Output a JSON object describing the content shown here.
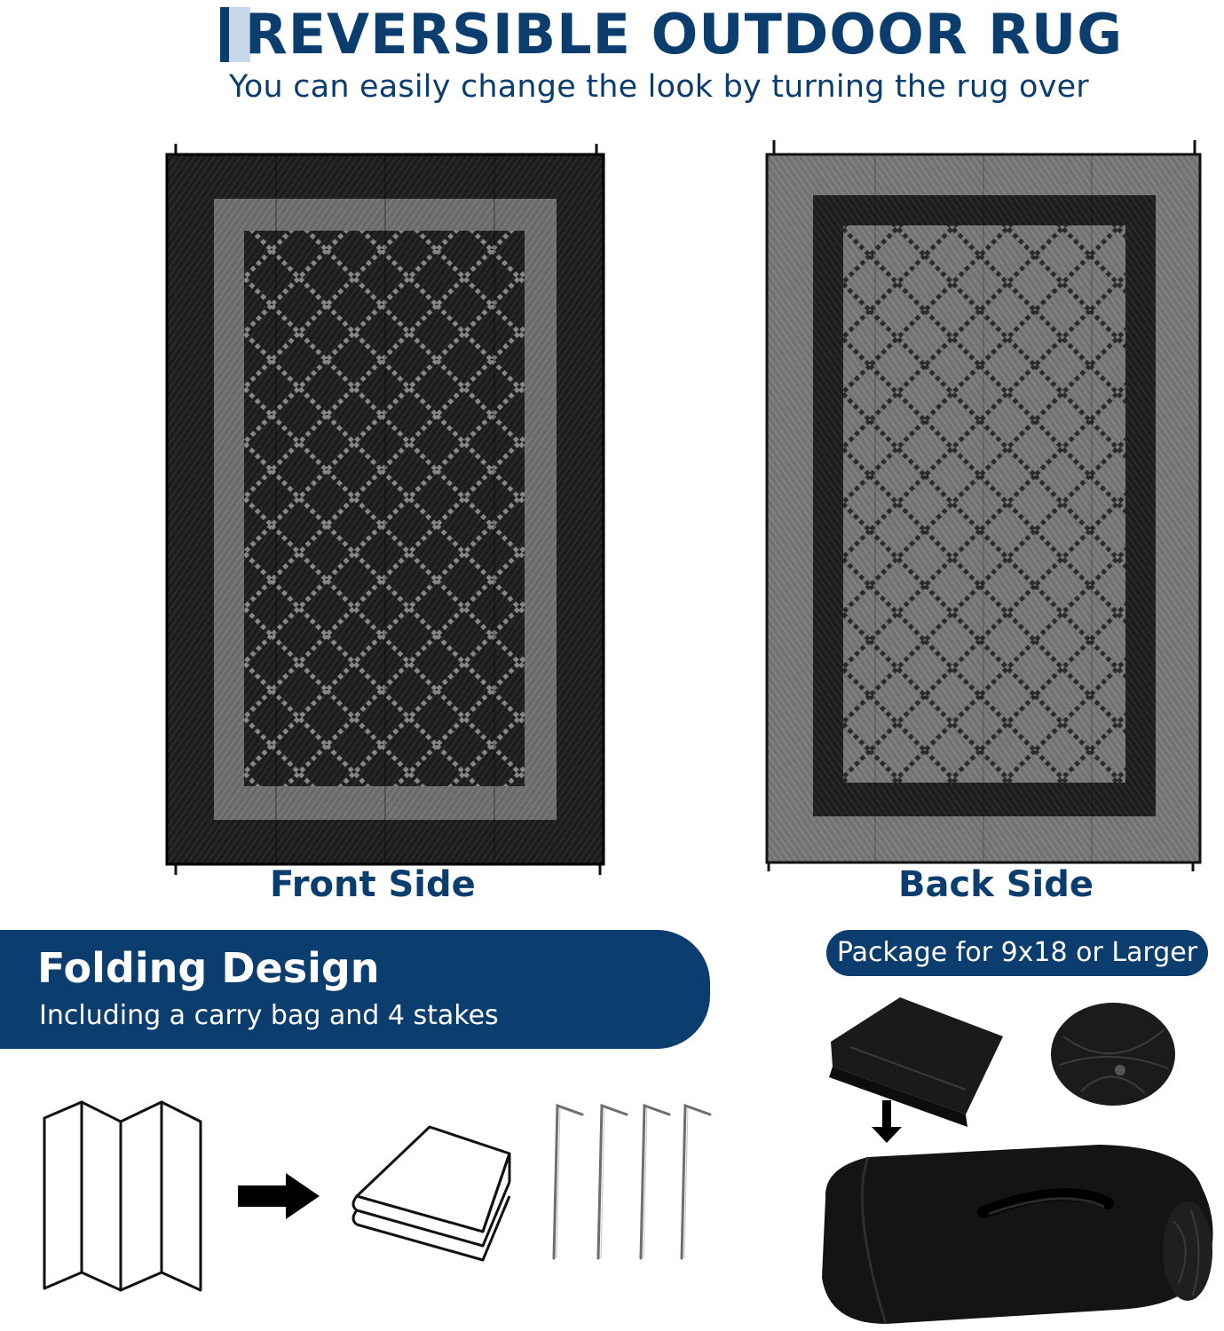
{
  "header": {
    "title": "REVERSIBLE OUTDOOR RUG",
    "subtitle": "You can easily change the look by turning the rug over"
  },
  "rugs": {
    "front_label": "Front Side",
    "back_label": "Back Side"
  },
  "folding": {
    "title": "Folding Design",
    "subtitle": "Including a carry bag and 4 stakes"
  },
  "package": {
    "label": "Package for 9x18 or Larger"
  },
  "icons": [
    "folded-panels-icon",
    "right-arrow-icon",
    "folded-rug-icon",
    "stakes-icon",
    "carry-bag-icon"
  ],
  "colors": {
    "brand_blue": "#0b3d6e",
    "rug_black": "#1a1a1a",
    "rug_gray": "#707070"
  }
}
